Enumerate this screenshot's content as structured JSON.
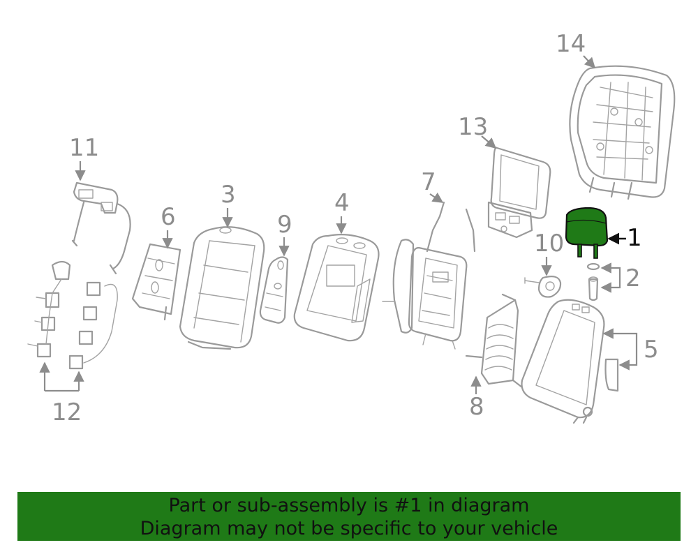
{
  "callouts": {
    "c1": "1",
    "c2": "2",
    "c3": "3",
    "c4": "4",
    "c5": "5",
    "c6": "6",
    "c7": "7",
    "c8": "8",
    "c9": "9",
    "c10": "10",
    "c11": "11",
    "c12": "12",
    "c13": "13",
    "c14": "14"
  },
  "highlight_color": "#1f7a17",
  "banner": {
    "line1": "Part or sub-assembly is #1 in diagram",
    "line2": "Diagram may not be specific to your vehicle",
    "background": "#1f7a17"
  }
}
